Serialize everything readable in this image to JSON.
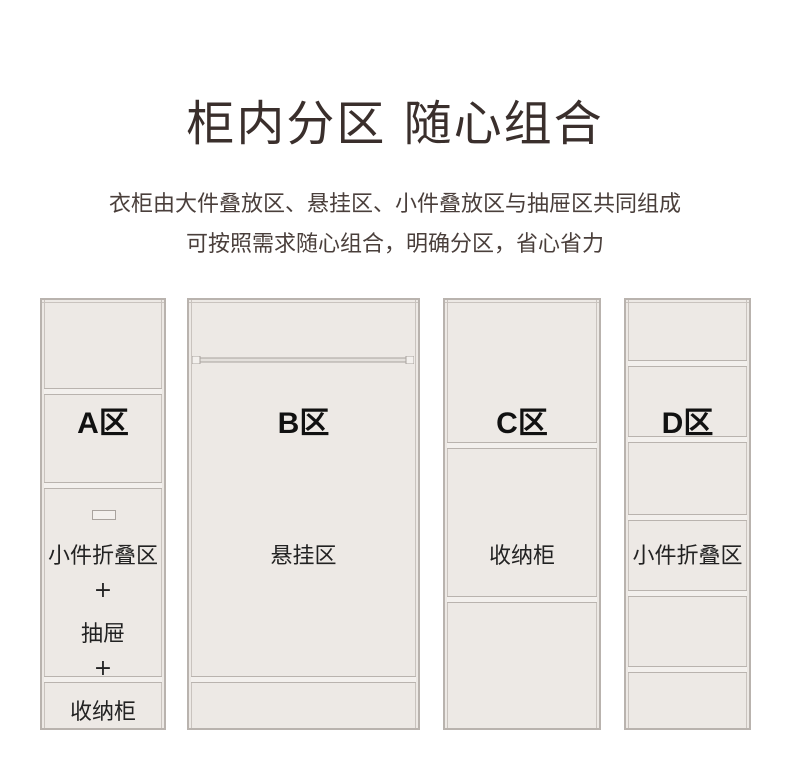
{
  "header": {
    "title": "柜内分区  随心组合",
    "subtitle_line1": "衣柜由大件叠放区、悬挂区、小件叠放区与抽屉区共同组成",
    "subtitle_line2": "可按照需求随心组合，明确分区，省心省力"
  },
  "cabinets": {
    "a": {
      "label": "A区",
      "line1": "小件折叠区",
      "plus1": "+",
      "line2": "抽屉",
      "plus2": "+",
      "line3": "收纳柜"
    },
    "b": {
      "label": "B区",
      "desc": "悬挂区"
    },
    "c": {
      "label": "C区",
      "desc": "收纳柜"
    },
    "d": {
      "label": "D区",
      "desc": "小件折叠区"
    }
  },
  "colors": {
    "panel": "#ede9e5",
    "edge": "#b9b3ae",
    "title": "#3a2f2c"
  }
}
